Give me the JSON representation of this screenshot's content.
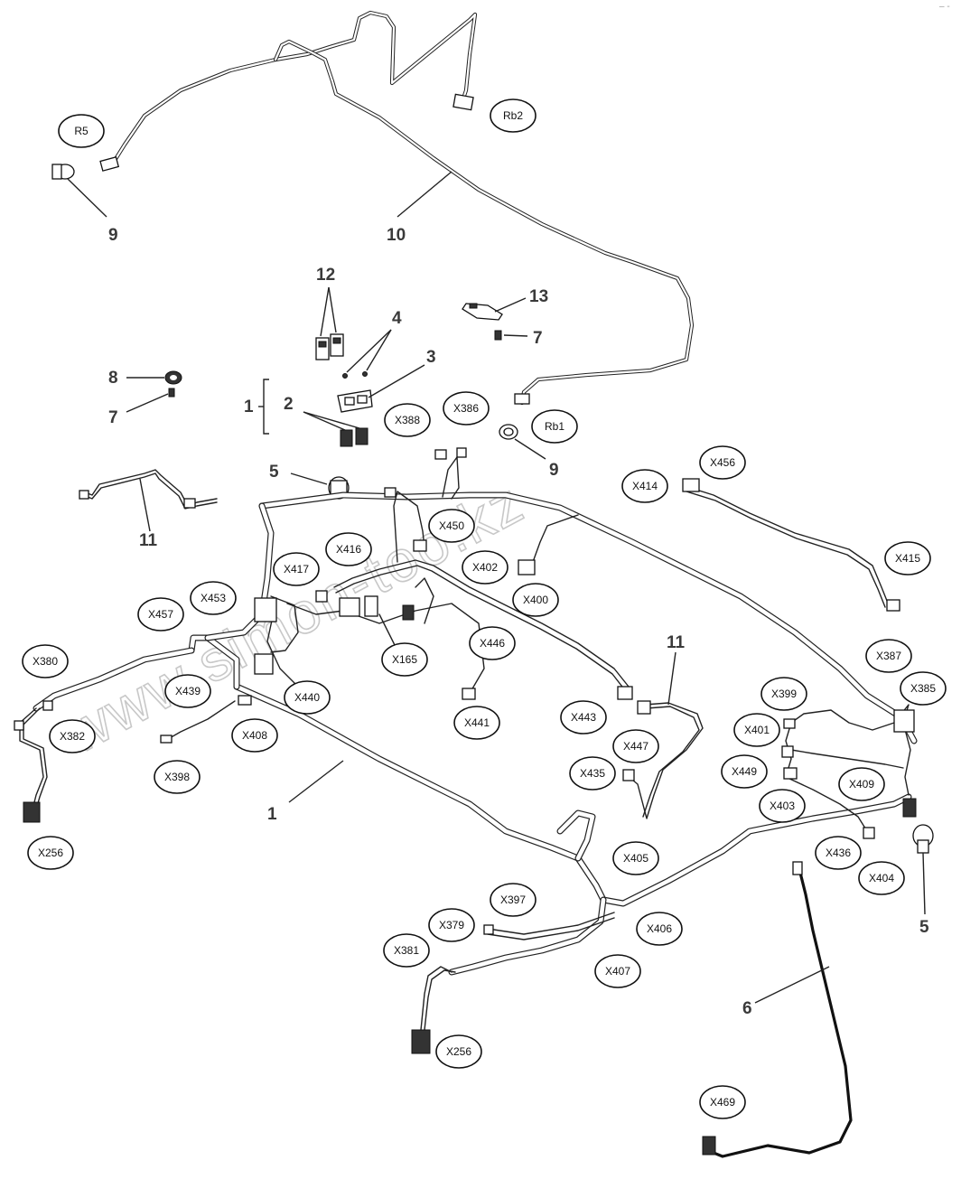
{
  "watermark": "www.simon-too.kz",
  "corner_mark": "– -",
  "callouts": [
    {
      "id": "c9a",
      "label": "9"
    },
    {
      "id": "c10",
      "label": "10"
    },
    {
      "id": "c12",
      "label": "12"
    },
    {
      "id": "c13",
      "label": "13"
    },
    {
      "id": "c4",
      "label": "4"
    },
    {
      "id": "c7a",
      "label": "7"
    },
    {
      "id": "c3",
      "label": "3"
    },
    {
      "id": "c8",
      "label": "8"
    },
    {
      "id": "c7b",
      "label": "7"
    },
    {
      "id": "c1a",
      "label": "1"
    },
    {
      "id": "c2",
      "label": "2"
    },
    {
      "id": "c9b",
      "label": "9"
    },
    {
      "id": "c5a",
      "label": "5"
    },
    {
      "id": "c11a",
      "label": "11"
    },
    {
      "id": "c11b",
      "label": "11"
    },
    {
      "id": "c1b",
      "label": "1"
    },
    {
      "id": "c5b",
      "label": "5"
    },
    {
      "id": "c6",
      "label": "6"
    }
  ],
  "connector_tags": [
    {
      "id": "t_r5",
      "label": "R5"
    },
    {
      "id": "t_rb2",
      "label": "Rb2"
    },
    {
      "id": "t_x388",
      "label": "X388"
    },
    {
      "id": "t_x386",
      "label": "X386"
    },
    {
      "id": "t_rb1",
      "label": "Rb1"
    },
    {
      "id": "t_x456",
      "label": "X456"
    },
    {
      "id": "t_x414",
      "label": "X414"
    },
    {
      "id": "t_x415",
      "label": "X415"
    },
    {
      "id": "t_x450",
      "label": "X450"
    },
    {
      "id": "t_x416",
      "label": "X416"
    },
    {
      "id": "t_x417",
      "label": "X417"
    },
    {
      "id": "t_x402",
      "label": "X402"
    },
    {
      "id": "t_x400",
      "label": "X400"
    },
    {
      "id": "t_x453",
      "label": "X453"
    },
    {
      "id": "t_x457",
      "label": "X457"
    },
    {
      "id": "t_x446",
      "label": "X446"
    },
    {
      "id": "t_x165",
      "label": "X165"
    },
    {
      "id": "t_x380",
      "label": "X380"
    },
    {
      "id": "t_x439",
      "label": "X439"
    },
    {
      "id": "t_x440",
      "label": "X440"
    },
    {
      "id": "t_x387",
      "label": "X387"
    },
    {
      "id": "t_x385",
      "label": "X385"
    },
    {
      "id": "t_x399",
      "label": "X399"
    },
    {
      "id": "t_x382",
      "label": "X382"
    },
    {
      "id": "t_x408",
      "label": "X408"
    },
    {
      "id": "t_x441",
      "label": "X441"
    },
    {
      "id": "t_x443",
      "label": "X443"
    },
    {
      "id": "t_x401",
      "label": "X401"
    },
    {
      "id": "t_x447",
      "label": "X447"
    },
    {
      "id": "t_x398",
      "label": "X398"
    },
    {
      "id": "t_x435",
      "label": "X435"
    },
    {
      "id": "t_x449",
      "label": "X449"
    },
    {
      "id": "t_x409",
      "label": "X409"
    },
    {
      "id": "t_x403",
      "label": "X403"
    },
    {
      "id": "t_x256a",
      "label": "X256"
    },
    {
      "id": "t_x436",
      "label": "X436"
    },
    {
      "id": "t_x405",
      "label": "X405"
    },
    {
      "id": "t_x404",
      "label": "X404"
    },
    {
      "id": "t_x397",
      "label": "X397"
    },
    {
      "id": "t_x379",
      "label": "X379"
    },
    {
      "id": "t_x406",
      "label": "X406"
    },
    {
      "id": "t_x381",
      "label": "X381"
    },
    {
      "id": "t_x407",
      "label": "X407"
    },
    {
      "id": "t_x256b",
      "label": "X256"
    },
    {
      "id": "t_x469",
      "label": "X469"
    }
  ]
}
